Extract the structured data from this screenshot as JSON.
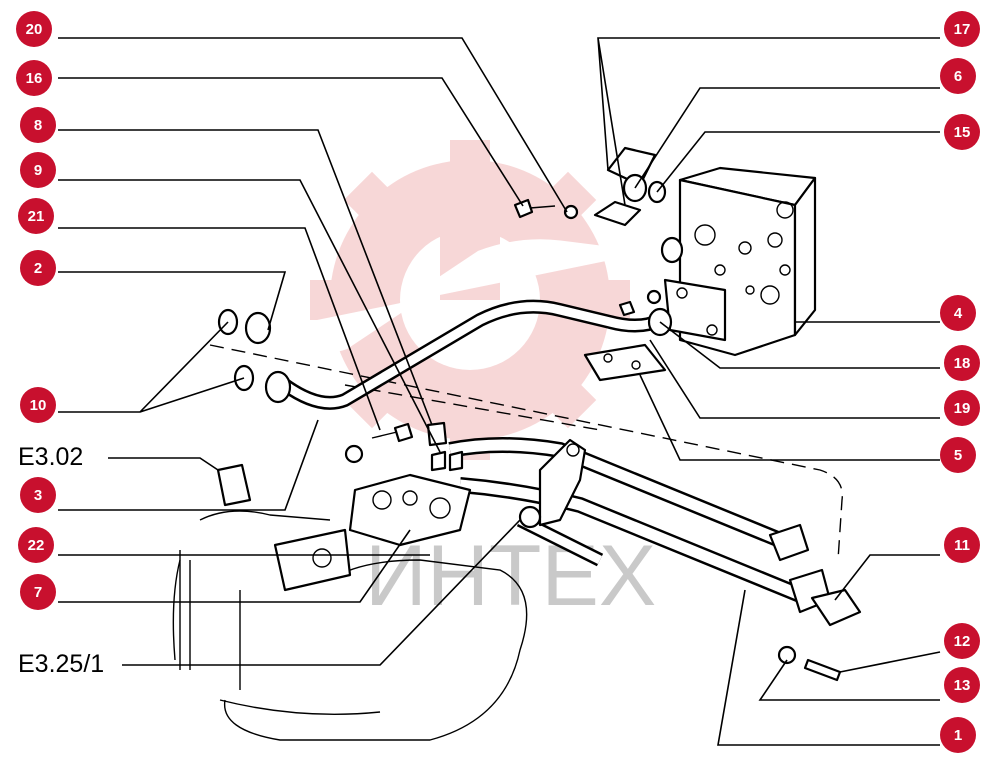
{
  "callouts": [
    {
      "id": "c20",
      "label": "20"
    },
    {
      "id": "c16",
      "label": "16"
    },
    {
      "id": "c8",
      "label": "8"
    },
    {
      "id": "c9",
      "label": "9"
    },
    {
      "id": "c21",
      "label": "21"
    },
    {
      "id": "c2",
      "label": "2"
    },
    {
      "id": "c10",
      "label": "10"
    },
    {
      "id": "c3",
      "label": "3"
    },
    {
      "id": "c22",
      "label": "22"
    },
    {
      "id": "c7",
      "label": "7"
    },
    {
      "id": "c17",
      "label": "17"
    },
    {
      "id": "c6",
      "label": "6"
    },
    {
      "id": "c15",
      "label": "15"
    },
    {
      "id": "c4",
      "label": "4"
    },
    {
      "id": "c18",
      "label": "18"
    },
    {
      "id": "c19",
      "label": "19"
    },
    {
      "id": "c5",
      "label": "5"
    },
    {
      "id": "c11",
      "label": "11"
    },
    {
      "id": "c12",
      "label": "12"
    },
    {
      "id": "c13",
      "label": "13"
    },
    {
      "id": "c1",
      "label": "1"
    }
  ],
  "references": {
    "e302": "E3.02",
    "e3251": "E3.25/1"
  },
  "watermark": {
    "text": "ИНТЕХ"
  },
  "colors": {
    "callout_fill": "#c8102e",
    "callout_text": "#ffffff",
    "watermark": "#f2b8b8"
  }
}
